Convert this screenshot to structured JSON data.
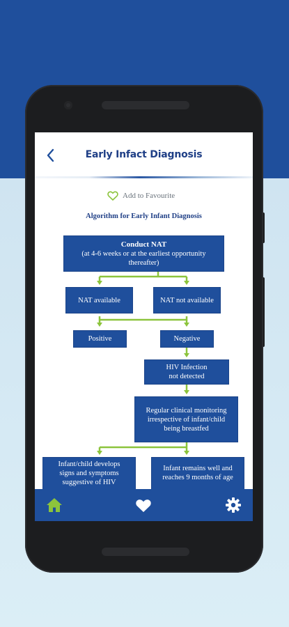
{
  "app": {
    "title": "Early Infact Diagnosis",
    "favourite_label": "Add to Favourite"
  },
  "section": {
    "title": "Algorithm for Early Infant Diagnosis"
  },
  "flowchart": {
    "conduct_title": "Conduct NAT",
    "conduct_sub1": "(at 4-6 weeks or at the earliest opportunity",
    "conduct_sub2": "thereafter)",
    "nat_available": "NAT available",
    "nat_not_available": "NAT not available",
    "positive": "Positive",
    "negative": "Negative",
    "hiv_not_detected_1": "HIV Infection",
    "hiv_not_detected_2": "not detected",
    "monitoring_1": "Regular clinical monitoring",
    "monitoring_2": "irrespective of infant/child",
    "monitoring_3": "being breastfed",
    "develops_1": "Infant/child develops",
    "develops_2": "signs and symptoms",
    "develops_3": "suggestive of HIV",
    "remains_1": "Infant remains well and",
    "remains_2": "reaches 9 months of age"
  },
  "nav": {
    "items": [
      {
        "icon": "home-icon",
        "active": true
      },
      {
        "icon": "heart-icon",
        "active": false
      },
      {
        "icon": "gear-icon",
        "active": false
      }
    ]
  },
  "colors": {
    "primary": "#1f4f9c",
    "accent_green": "#8cc43c",
    "title_blue": "#1f3f86",
    "background_light": "#d4e8f4"
  }
}
